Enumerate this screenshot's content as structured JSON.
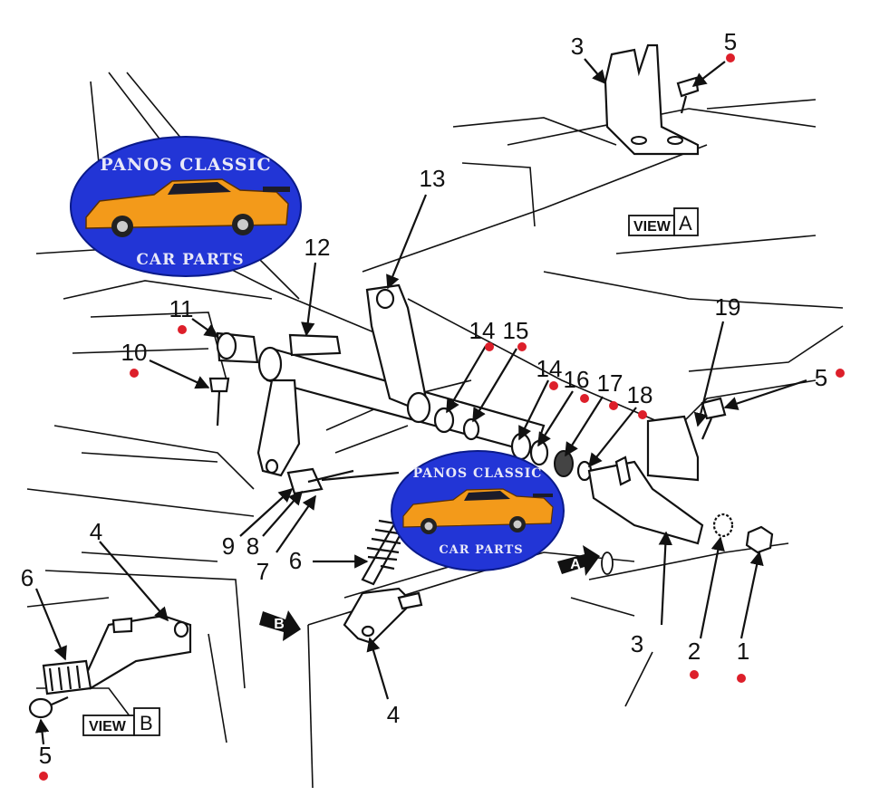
{
  "logos": [
    {
      "line1": "PANOS CLASSIC",
      "line2": "CAR PARTS"
    },
    {
      "line1": "PANOS CLASSIC",
      "line2": "CAR PARTS"
    }
  ],
  "views": {
    "view_label": "VIEW",
    "view_a_letter": "A",
    "view_b_letter": "B"
  },
  "arrows": {
    "a_letter": "A",
    "b_letter": "B"
  },
  "callouts": [
    "1",
    "2",
    "3",
    "3",
    "4",
    "4",
    "5",
    "5",
    "5",
    "6",
    "6",
    "7",
    "8",
    "9",
    "10",
    "11",
    "12",
    "13",
    "14",
    "14",
    "15",
    "16",
    "17",
    "18",
    "19"
  ],
  "colors": {
    "marker_dot": "#dd1f2a",
    "logo_blue": "#2235d6",
    "car_orange": "#f39a1a",
    "line_art": "#111111"
  }
}
